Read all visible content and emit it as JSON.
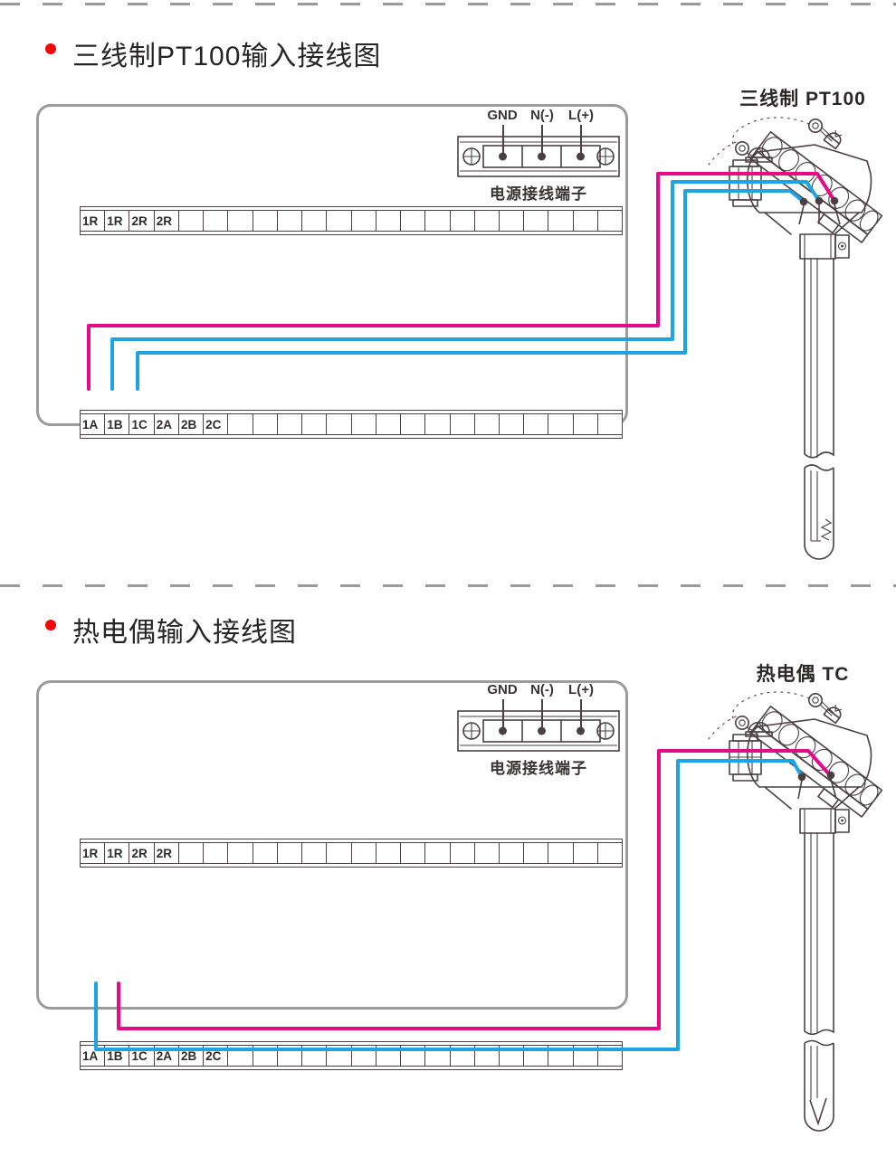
{
  "colors": {
    "wire_magenta": "#e60a8a",
    "wire_blue": "#20a3e2",
    "bullet_red": "#ee0a0a",
    "line_art": "#4a4043",
    "panel_border": "#9b9b9b"
  },
  "sections": [
    {
      "title": "三线制PT100输入接线图",
      "sensor_label": "三线制 PT100",
      "power": {
        "labels": [
          "GND",
          "N(-)",
          "L(+)"
        ],
        "caption": "电源接线端子"
      },
      "strip_top": [
        "1R",
        "1R",
        "2R",
        "2R",
        "",
        "",
        "",
        "",
        "",
        "",
        "",
        "",
        "",
        "",
        "",
        "",
        "",
        "",
        "",
        "",
        "",
        ""
      ],
      "strip_bottom": [
        "1A",
        "1B",
        "1C",
        "2A",
        "2B",
        "2C",
        "",
        "",
        "",
        "",
        "",
        "",
        "",
        "",
        "",
        "",
        "",
        "",
        "",
        "",
        "",
        ""
      ]
    },
    {
      "title": "热电偶输入接线图",
      "sensor_label": "热电偶 TC",
      "power": {
        "labels": [
          "GND",
          "N(-)",
          "L(+)"
        ],
        "caption": "电源接线端子"
      },
      "strip_top": [
        "1R",
        "1R",
        "2R",
        "2R",
        "",
        "",
        "",
        "",
        "",
        "",
        "",
        "",
        "",
        "",
        "",
        "",
        "",
        "",
        "",
        "",
        "",
        ""
      ],
      "strip_bottom": [
        "1A",
        "1B",
        "1C",
        "2A",
        "2B",
        "2C",
        "",
        "",
        "",
        "",
        "",
        "",
        "",
        "",
        "",
        "",
        "",
        "",
        "",
        "",
        "",
        ""
      ]
    }
  ]
}
